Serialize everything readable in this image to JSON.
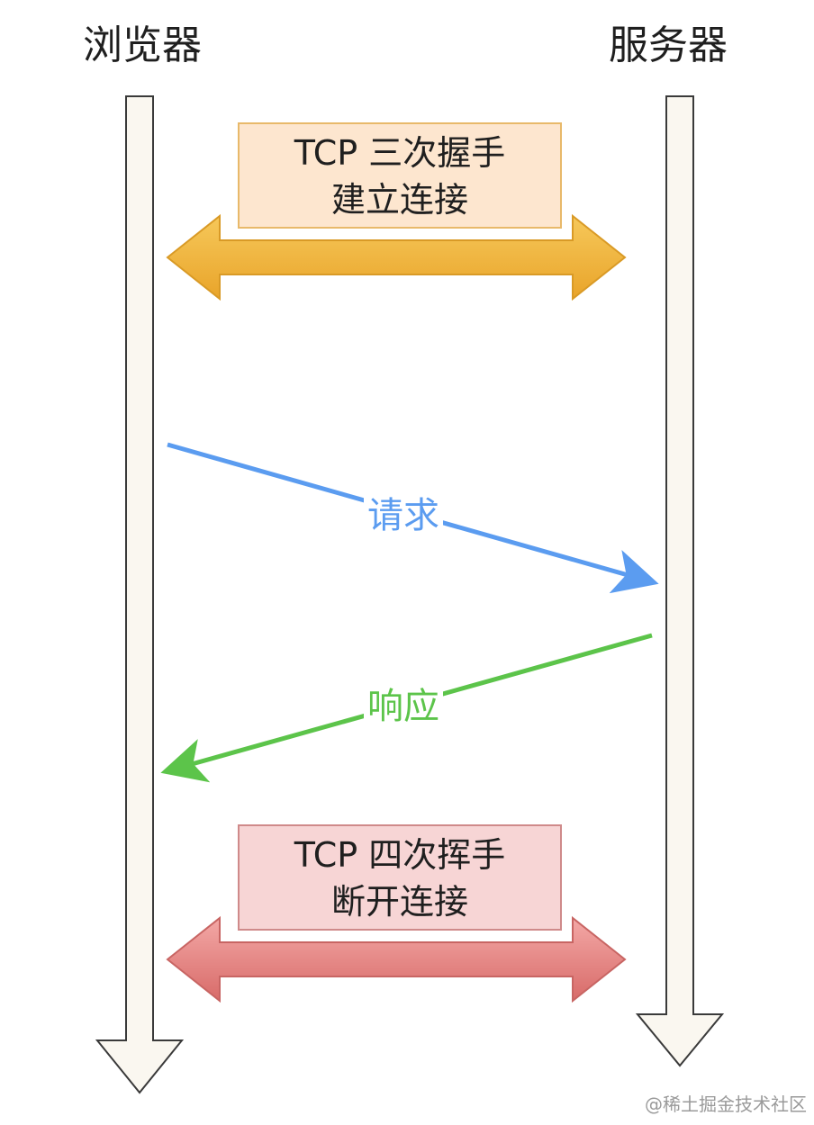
{
  "lanes": {
    "browser": "浏览器",
    "server": "服务器"
  },
  "phases": {
    "handshake": {
      "line1": "TCP 三次握手",
      "line2": "建立连接"
    },
    "wave": {
      "line1": "TCP 四次挥手",
      "line2": "断开连接"
    }
  },
  "messages": {
    "request": "请求",
    "response": "响应"
  },
  "colors": {
    "lifeline_fill": "#faf7f0",
    "handshake_arrow": "#f0b43c",
    "wave_arrow": "#e07a78",
    "request": "#5b9cf0",
    "response": "#5cc44a"
  },
  "watermark": "@稀土掘金技术社区"
}
